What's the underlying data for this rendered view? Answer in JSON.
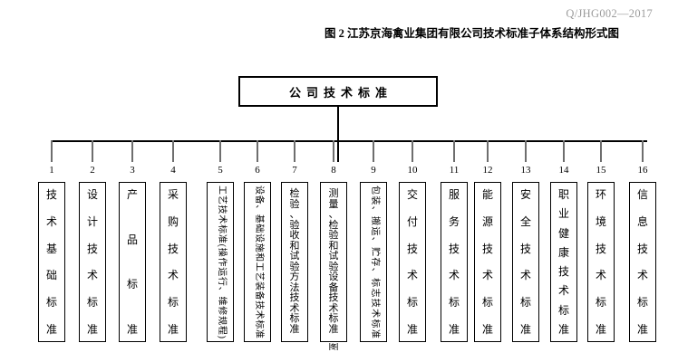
{
  "doc_number": "Q/JHG002—2017",
  "title": "图 2 江苏京海禽业集团有限公司技术标准子体系结构形式图",
  "root": {
    "label": "公司技术标准"
  },
  "columns": [
    {
      "num": "1",
      "label": "技术基础标准",
      "orientation": "upright"
    },
    {
      "num": "2",
      "label": "设计技术标准",
      "orientation": "upright"
    },
    {
      "num": "3",
      "label": "产品标准",
      "orientation": "upright"
    },
    {
      "num": "4",
      "label": "采购技术标准",
      "orientation": "upright"
    },
    {
      "num": "5",
      "label": "工艺技术标准(操作运行、维修规程)",
      "orientation": "rotated"
    },
    {
      "num": "6",
      "label": "设备、基础设施和工艺装备技术标准",
      "orientation": "rotated"
    },
    {
      "num": "7",
      "label": "检验、验收和试验方法技术标准",
      "orientation": "upright"
    },
    {
      "num": "8",
      "label": "测量、检验和试验设备技术标准",
      "orientation": "upright",
      "overflow_char": "图"
    },
    {
      "num": "9",
      "label": "包装、搬运、贮存、标志技术标准",
      "orientation": "rotated"
    },
    {
      "num": "10",
      "label": "交付技术标准",
      "orientation": "upright"
    },
    {
      "num": "11",
      "label": "服务技术标准",
      "orientation": "upright"
    },
    {
      "num": "12",
      "label": "能源技术标准",
      "orientation": "upright"
    },
    {
      "num": "13",
      "label": "安全技术标准",
      "orientation": "upright"
    },
    {
      "num": "14",
      "label": "职业健康技术标准",
      "orientation": "upright"
    },
    {
      "num": "15",
      "label": "环境技术标准",
      "orientation": "upright"
    },
    {
      "num": "16",
      "label": "信息技术标准",
      "orientation": "upright"
    }
  ],
  "colors": {
    "line": "#000000",
    "stub": "#6e6e6e",
    "doc_number_text": "#9c9c9c",
    "text": "#000000",
    "background": "#ffffff"
  }
}
